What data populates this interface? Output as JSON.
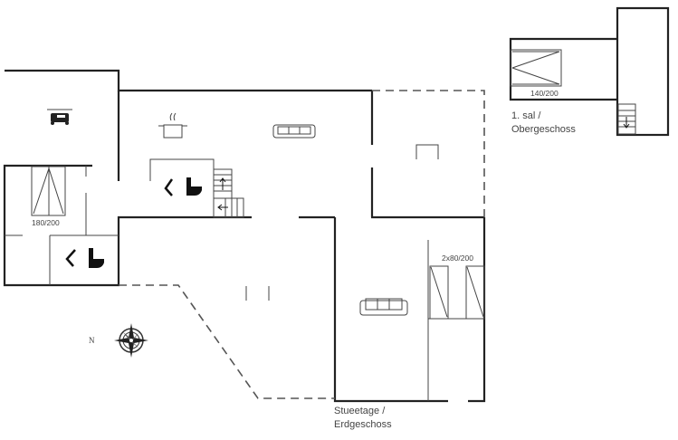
{
  "upper_floor": {
    "bed_size": "140/200",
    "label_line1": "1. sal /",
    "label_line2": "Obergeschoss"
  },
  "ground_floor": {
    "bedroom_bed_size": "180/200",
    "room_beds_size": "2x80/200",
    "label_line1": "Stueetage /",
    "label_line2": "Erdgeschoss"
  },
  "compass": {
    "north_label": "N"
  },
  "colors": {
    "wall": "#222222",
    "background": "#ffffff"
  }
}
